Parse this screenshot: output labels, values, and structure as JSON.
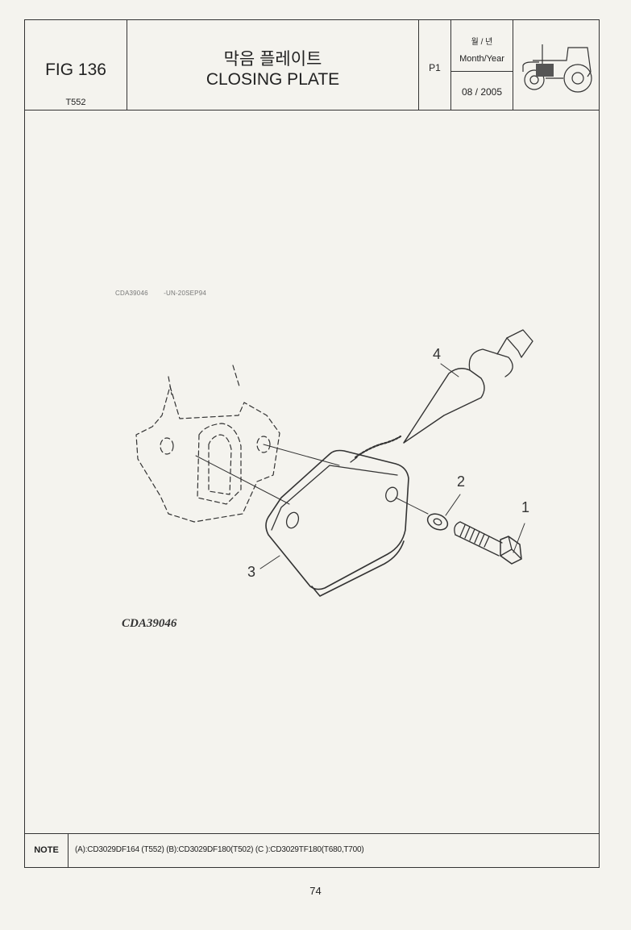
{
  "header": {
    "fig_label": "FIG 136",
    "model": "T552",
    "title_korean": "막음 플레이트",
    "title_english": "CLOSING PLATE",
    "page_code": "P1",
    "date_label_korean": "월 / 년",
    "date_label_english": "Month/Year",
    "date_value": "08 / 2005",
    "icon": "tractor-icon"
  },
  "drawing": {
    "ref_small": "CDA39046        -UN-20SEP94",
    "ref_large": "CDA39046",
    "callouts": [
      "1",
      "2",
      "3",
      "4"
    ]
  },
  "note": {
    "label": "NOTE",
    "text": "(A):CD3029DF164 (T552)  (B):CD3029DF180(T502)  (C ):CD3029TF180(T680,T700)"
  },
  "page_number": "74"
}
